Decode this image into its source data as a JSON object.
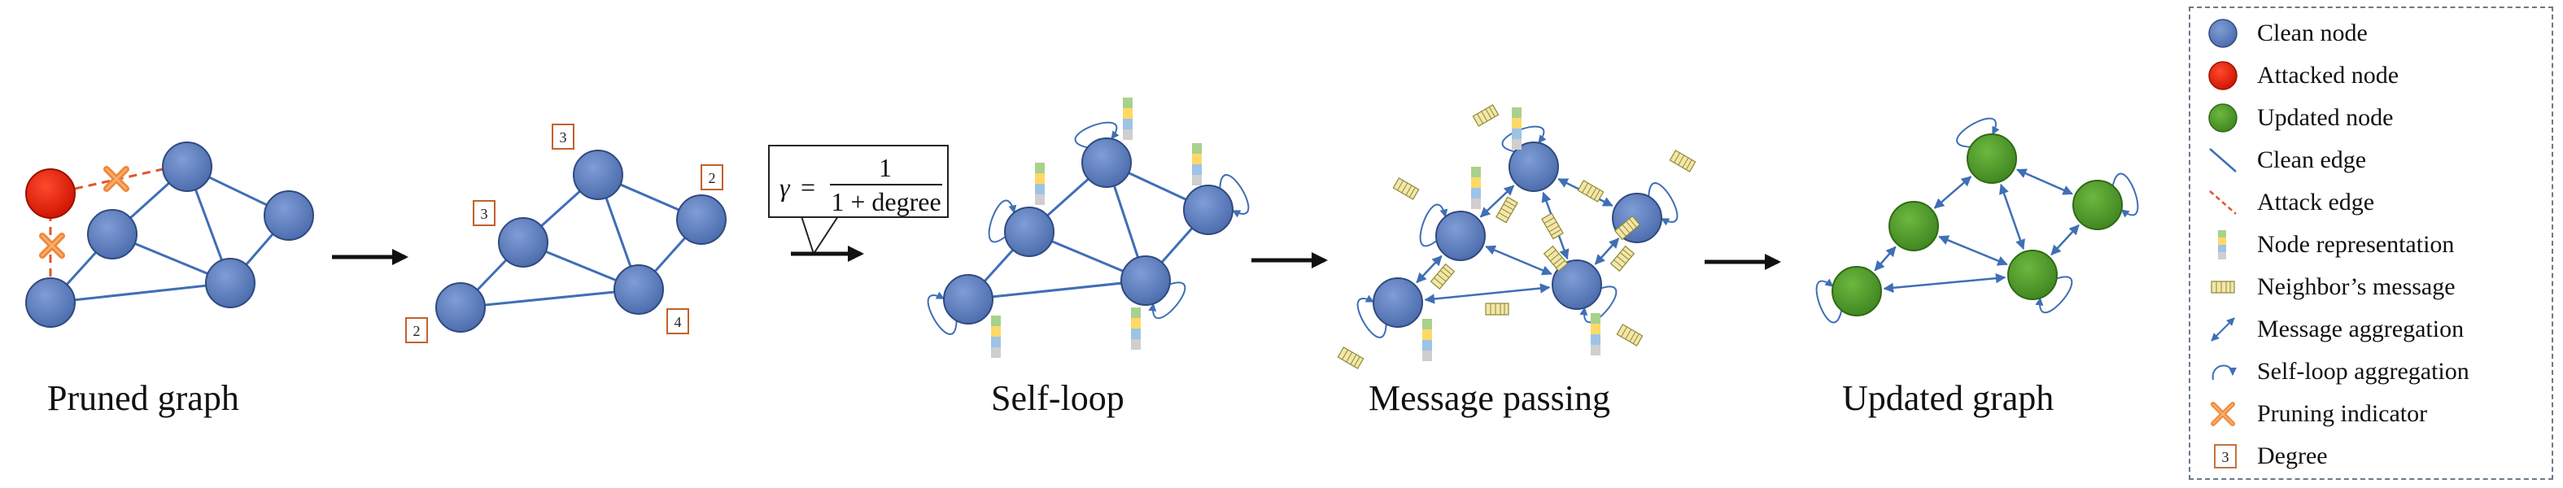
{
  "captions": {
    "pruned": "Pruned graph",
    "selfloop": "Self-loop",
    "message": "Message passing",
    "updated": "Updated graph"
  },
  "formula": {
    "gamma": "γ",
    "equals": "=",
    "numerator": "1",
    "denominator": "1 + degree"
  },
  "degrees": [
    "3",
    "2",
    "3",
    "2",
    "4"
  ],
  "legend": {
    "items": [
      {
        "label": "Clean node",
        "icon": "clean-node-icon"
      },
      {
        "label": "Attacked node",
        "icon": "attacked-node-icon"
      },
      {
        "label": "Updated node",
        "icon": "updated-node-icon"
      },
      {
        "label": "Clean edge",
        "icon": "clean-edge-icon"
      },
      {
        "label": "Attack edge",
        "icon": "attack-edge-icon"
      },
      {
        "label": "Node representation",
        "icon": "node-representation-icon"
      },
      {
        "label": "Neighbor’s message",
        "icon": "neighbor-message-icon"
      },
      {
        "label": "Message aggregation",
        "icon": "message-aggregation-icon"
      },
      {
        "label": "Self-loop aggregation",
        "icon": "self-loop-aggregation-icon"
      },
      {
        "label": "Pruning indicator",
        "icon": "pruning-indicator-icon"
      },
      {
        "label": "Degree",
        "icon": "degree-icon",
        "sample": "3"
      }
    ]
  },
  "colors": {
    "clean_node": "#5b7bbd",
    "clean_node_stroke": "#2f4a80",
    "attacked_node": "#e8190c",
    "updated_node": "#4f9a2a",
    "edge": "#3f6fb5",
    "attack_edge": "#e0572a",
    "pruning": "#f0883a",
    "degree_box": "#c0622b",
    "rep_blue": "#9dc3e6",
    "rep_yellow": "#ffd966",
    "rep_green": "#a9d18e",
    "rep_gray": "#d0cece",
    "msg_fill": "#f4e6a8",
    "msg_stroke": "#8a8a3a"
  }
}
